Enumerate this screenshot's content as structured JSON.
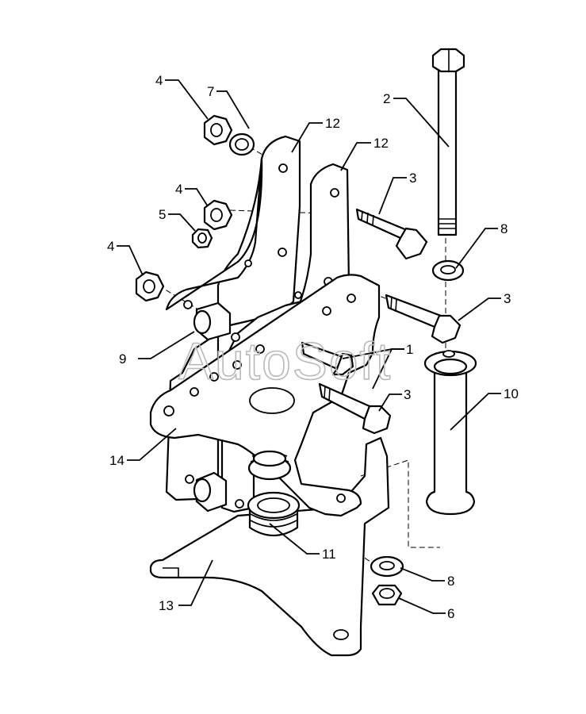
{
  "watermark": "AutoSoft",
  "callouts": [
    {
      "id": "c4a",
      "label": "4"
    },
    {
      "id": "c7",
      "label": "7"
    },
    {
      "id": "c12a",
      "label": "12"
    },
    {
      "id": "c12b",
      "label": "12"
    },
    {
      "id": "c2",
      "label": "2"
    },
    {
      "id": "c3a",
      "label": "3"
    },
    {
      "id": "c4b",
      "label": "4"
    },
    {
      "id": "c5",
      "label": "5"
    },
    {
      "id": "c4c",
      "label": "4"
    },
    {
      "id": "c8a",
      "label": "8"
    },
    {
      "id": "c3b",
      "label": "3"
    },
    {
      "id": "c9",
      "label": "9"
    },
    {
      "id": "c1",
      "label": "1"
    },
    {
      "id": "c3c",
      "label": "3"
    },
    {
      "id": "c10",
      "label": "10"
    },
    {
      "id": "c14",
      "label": "14"
    },
    {
      "id": "c11",
      "label": "11"
    },
    {
      "id": "c8b",
      "label": "8"
    },
    {
      "id": "c13",
      "label": "13"
    },
    {
      "id": "c6",
      "label": "6"
    }
  ]
}
